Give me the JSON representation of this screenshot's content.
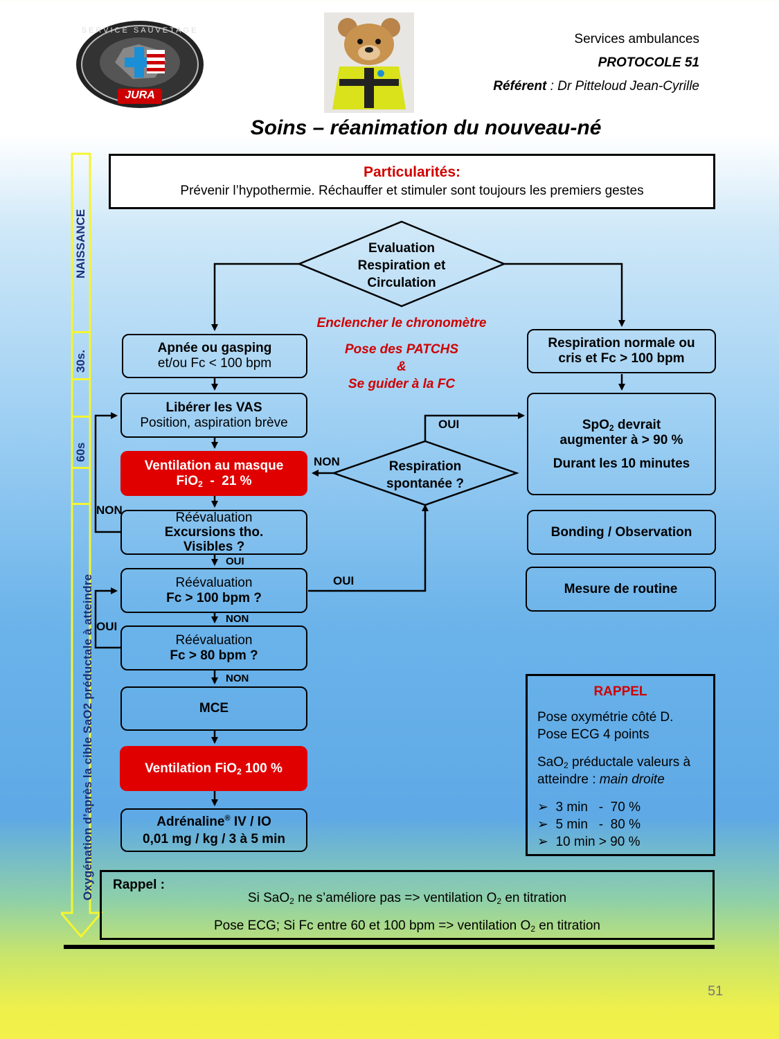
{
  "header": {
    "logo_text_top": "SERVICE SAUVETAGE",
    "logo_text_bottom": "JURA",
    "org": "Services ambulances",
    "protocol": "PROTOCOLE 51",
    "referent_label": "Référent",
    "referent_name": " : Dr Pitteloud Jean-Cyrille"
  },
  "title": "Soins – réanimation du nouveau-né",
  "sidebar": {
    "arrow_text": "Oxygénation d’après la cible SaO2 préductale à atteindre",
    "naissance": "NAISSANCE",
    "t30": "30s.",
    "t60": "60s"
  },
  "particularites": {
    "title": "Particularités:",
    "text": "Prévenir l’hypothermie. Réchauffer et stimuler sont toujours les premiers gestes"
  },
  "flow": {
    "evaluation": [
      "Evaluation",
      "Respiration et",
      "Circulation"
    ],
    "red_note_1": "Enclencher le chronomètre",
    "red_note_2": "Pose des PATCHS",
    "red_note_amp": "&",
    "red_note_3": "Se guider à la FC",
    "apnee_bold": "Apnée ou gasping",
    "apnee_text": "et/ou Fc < 100 bpm",
    "resp_normale": [
      "Respiration normale ou",
      "cris et Fc > 100 bpm"
    ],
    "liberer_bold": "Libérer les VAS",
    "liberer_text": "Position, aspiration brève",
    "ventil_masque_1": "Ventilation au masque",
    "ventil_masque_fio": "FiO",
    "ventil_masque_sub": "2",
    "ventil_masque_pct": "  -  21 %",
    "resp_spont": [
      "Respiration",
      "spontanée ?"
    ],
    "spo2_a": "SpO",
    "spo2_sub": "2",
    "spo2_b": " devrait",
    "spo2_c": "augmenter à > 90 %",
    "spo2_d": "Durant les 10 minutes",
    "reeval1_a": "Réévaluation",
    "reeval1_b": "Excursions tho.",
    "reeval1_c": "Visibles ?",
    "bonding": "Bonding / Observation",
    "reeval2_a": "Réévaluation",
    "reeval2_b": "Fc > 100 bpm ?",
    "mesure": "Mesure de routine",
    "reeval3_a": "Réévaluation",
    "reeval3_b": "Fc > 80 bpm ?",
    "mce": "MCE",
    "ventil100_a": "Ventilation FiO",
    "ventil100_sub": "2",
    "ventil100_b": " 100 %",
    "adre_a": "Adrénaline",
    "adre_sup": "®",
    "adre_b": " IV / IO",
    "adre_c": "0,01 mg / kg / 3 à 5 min",
    "labels": {
      "oui_top": "OUI",
      "non_resp": "NON",
      "non_left": "NON",
      "oui_1": "OUI",
      "oui_right": "OUI",
      "non_1": "NON",
      "oui_left": "OUI",
      "non_2": "NON"
    }
  },
  "rappel_box": {
    "title": "RAPPEL",
    "line1": "Pose oxymétrie côté D.",
    "line2": "Pose ECG 4 points",
    "line3a": "SaO",
    "line3sub": "2",
    "line3b": " préductale valeurs à",
    "line4a": "atteindre : ",
    "line4b": "main droite",
    "items": [
      "3 min   -  70 %",
      "5 min   -  80 %",
      "10 min > 90 %"
    ]
  },
  "rappel_bottom": {
    "title": "Rappel :",
    "l1a": "Si SaO",
    "l1sub": "2",
    "l1b": " ne s’améliore pas => ventilation O",
    "l1sub2": "2",
    "l1c": " en titration",
    "l2a": "Pose ECG; Si Fc entre 60 et 100 bpm => ventilation O",
    "l2sub": "2",
    "l2b": " en titration"
  },
  "page_number": "51",
  "colors": {
    "red": "#e00000",
    "yellow": "#f5f531",
    "text_red": "#d00000"
  }
}
